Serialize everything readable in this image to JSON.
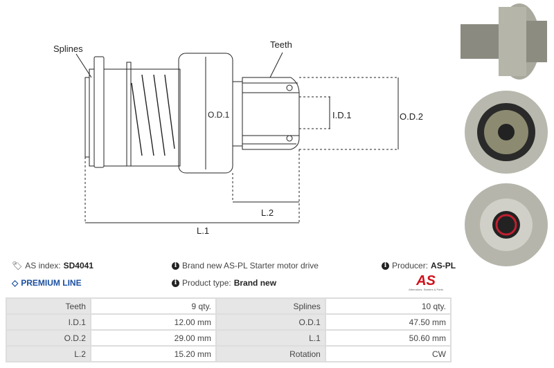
{
  "diagram": {
    "labels": {
      "splines": "Splines",
      "teeth": "Teeth",
      "od1": "O.D.1",
      "id1": "I.D.1",
      "od2": "O.D.2",
      "l2": "L.2",
      "l1": "L.1"
    }
  },
  "info": {
    "as_index_label": "AS index:",
    "as_index_value": "SD4041",
    "premium": "PREMIUM LINE",
    "description": "Brand new AS-PL Starter motor drive",
    "product_type_label": "Product type:",
    "product_type_value": "Brand new",
    "producer_label": "Producer:",
    "producer_value": "AS-PL",
    "logo_text": "AS",
    "logo_tagline": "Alternators, Starters & Parts"
  },
  "specs": [
    {
      "k1": "Teeth",
      "v1": "9 qty.",
      "k2": "Splines",
      "v2": "10 qty."
    },
    {
      "k1": "I.D.1",
      "v1": "12.00 mm",
      "k2": "O.D.1",
      "v2": "47.50 mm"
    },
    {
      "k1": "O.D.2",
      "v1": "29.00 mm",
      "k2": "L.1",
      "v2": "50.60 mm"
    },
    {
      "k1": "L.2",
      "v1": "15.20 mm",
      "k2": "Rotation",
      "v2": "CW"
    }
  ],
  "colors": {
    "premium": "#1b4fa0",
    "logo": "#d0121b",
    "table_key_bg": "#e6e6e6"
  }
}
